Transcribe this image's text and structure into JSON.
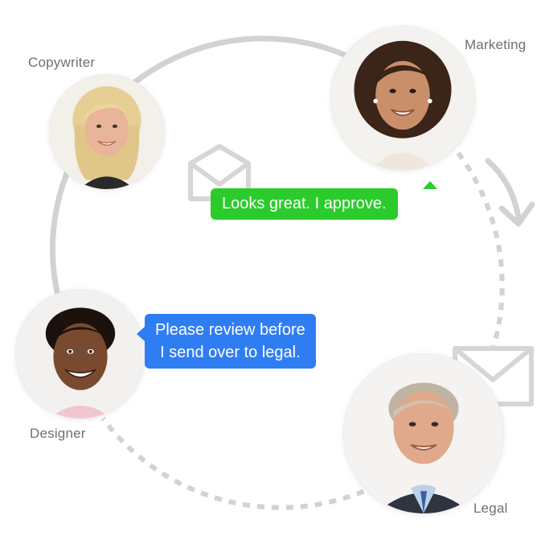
{
  "roles": {
    "copywriter": "Copywriter",
    "marketing": "Marketing",
    "designer": "Designer",
    "legal": "Legal"
  },
  "messages": {
    "approval": "Looks great. I approve.",
    "review_line1": "Please review before",
    "review_line2": "I send over to legal."
  },
  "icons": [
    "envelope-icon",
    "envelope-icon",
    "arrow-down-icon"
  ],
  "colors": {
    "approval_bubble": "#2ccb2c",
    "review_bubble": "#2f7df3",
    "loop_line": "#d2d2d2",
    "label_text": "#6f6f6f"
  }
}
